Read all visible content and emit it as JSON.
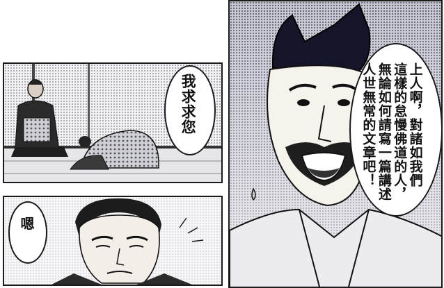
{
  "panels": {
    "top_left": {
      "speech": "我求求您"
    },
    "bottom_left": {
      "speech": "嗯"
    },
    "right": {
      "speech": "上人啊，對諸如我們\n這樣的怠慢佛道的人，\n無論如何請寫一篇講述\n人世無常的文章吧！"
    }
  },
  "colors": {
    "ink": "#1a1a1a",
    "tone": "#8a8a9a",
    "paper": "#ffffff"
  }
}
